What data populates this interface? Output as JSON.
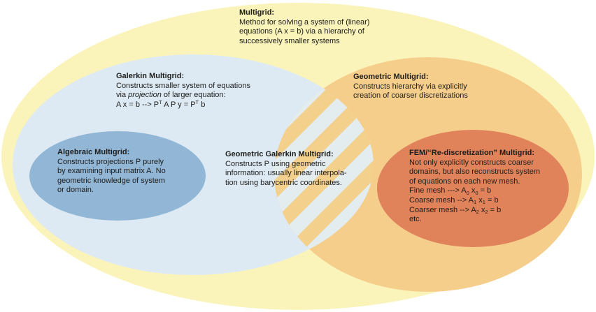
{
  "diagram_title": "Multigrid:",
  "colors": {
    "background": "#ffffff",
    "outer_ellipse": "#faf4bb",
    "galerkin_ellipse": "#ddeaf4",
    "geometric_ellipse": "#f6ce8c",
    "stripe_tan": "#f4d08d",
    "stripe_blue": "#e3ecef",
    "algebraic_ellipse": "#92b6d6",
    "fem_ellipse": "#e0835b",
    "text": "#1d1d1b"
  },
  "regions": {
    "multigrid": {
      "title": "Multigrid:",
      "lines": [
        "Method for solving a system of (linear)",
        "equations (A x = b) via a hierarchy of",
        "successively smaller systems"
      ]
    },
    "galerkin": {
      "title": "Galerkin Multigrid:",
      "line1": "Constructs smaller system of equations",
      "line2": {
        "pre": "via ",
        "italic": "projection",
        "post": " of larger equation:"
      },
      "equation": {
        "pre": "A x = b --> P",
        "sup1": "T",
        "mid": " A P y = P",
        "sup2": "T",
        "post": " b"
      }
    },
    "geometric": {
      "title": "Geometric Multigrid:",
      "lines": [
        "Constructs hierarchy via explicitly",
        "creation of coarser discretizations"
      ]
    },
    "algebraic": {
      "title": "Algebraic Multigrid:",
      "lines": [
        "Constructs projections P purely",
        "by examining input matrix A. No",
        "geometric knowledge of system",
        "or domain."
      ]
    },
    "geometric_galerkin": {
      "title": "Geometric Galerkin Multigrid:",
      "lines": [
        "Constructs P using geometric",
        "information: usually linear interpola-",
        "tion using barycentric coordinates."
      ]
    },
    "fem": {
      "title": "FEM/“Re-discretization” Multigrid:",
      "lines": [
        "Not only explicitly constructs coarser",
        "domains, but also reconstructs system",
        "of equations on each new mesh."
      ],
      "eq_fine": {
        "pre": "Fine mesh ---> A",
        "sub1": "0",
        "mid": " x",
        "sub2": "0",
        "post": " = b"
      },
      "eq_coarse": {
        "pre": "Coarse mesh --> A",
        "sub1": "1",
        "mid": " x",
        "sub2": "1",
        "post": " = b"
      },
      "eq_coarser": {
        "pre": "Coarser mesh --> A",
        "sub1": "2",
        "mid": " x",
        "sub2": "2",
        "post": " = b"
      },
      "etc": "etc."
    }
  }
}
